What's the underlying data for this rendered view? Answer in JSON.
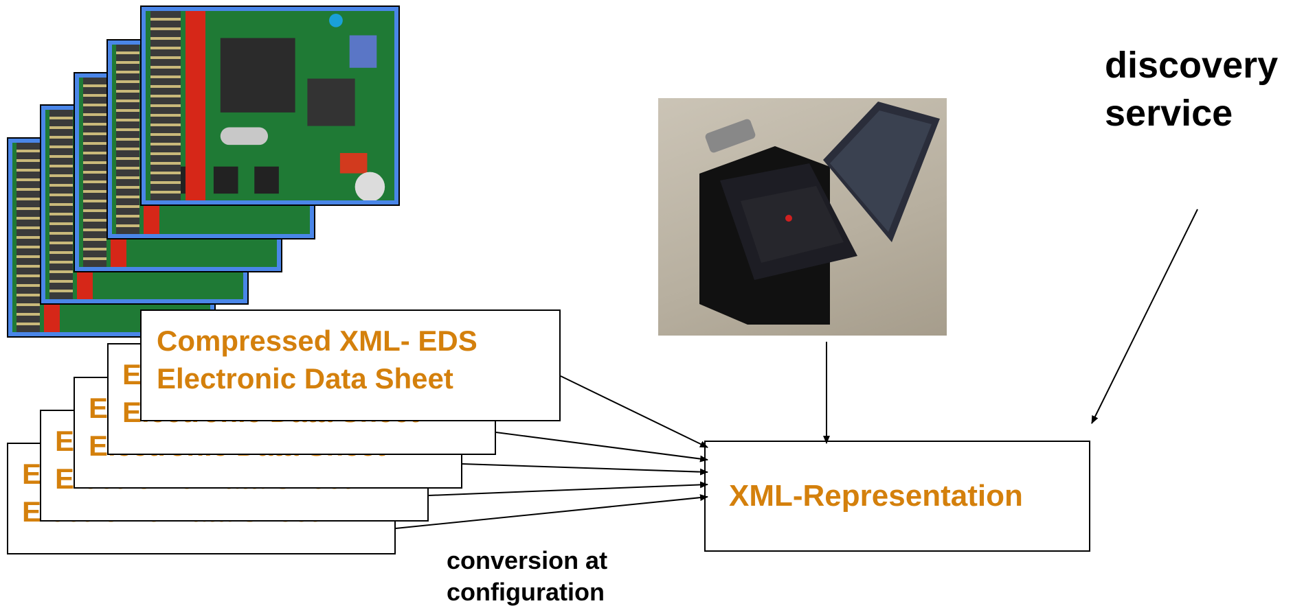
{
  "documents": {
    "front_line1": "Compressed XML- EDS",
    "front_line2": "Electronic Data Sheet",
    "back_line": "Electronic Data Sheet",
    "back_letter": "E"
  },
  "xml_box": {
    "label": "XML-Representation"
  },
  "labels": {
    "discovery_line1": "discovery",
    "discovery_line2": "service",
    "conversion_line1": "conversion at",
    "conversion_line2": "configuration"
  },
  "colors": {
    "accent_text": "#d4800c",
    "pcb_border": "#4a86e8",
    "pcb_green": "#1f7a35"
  }
}
